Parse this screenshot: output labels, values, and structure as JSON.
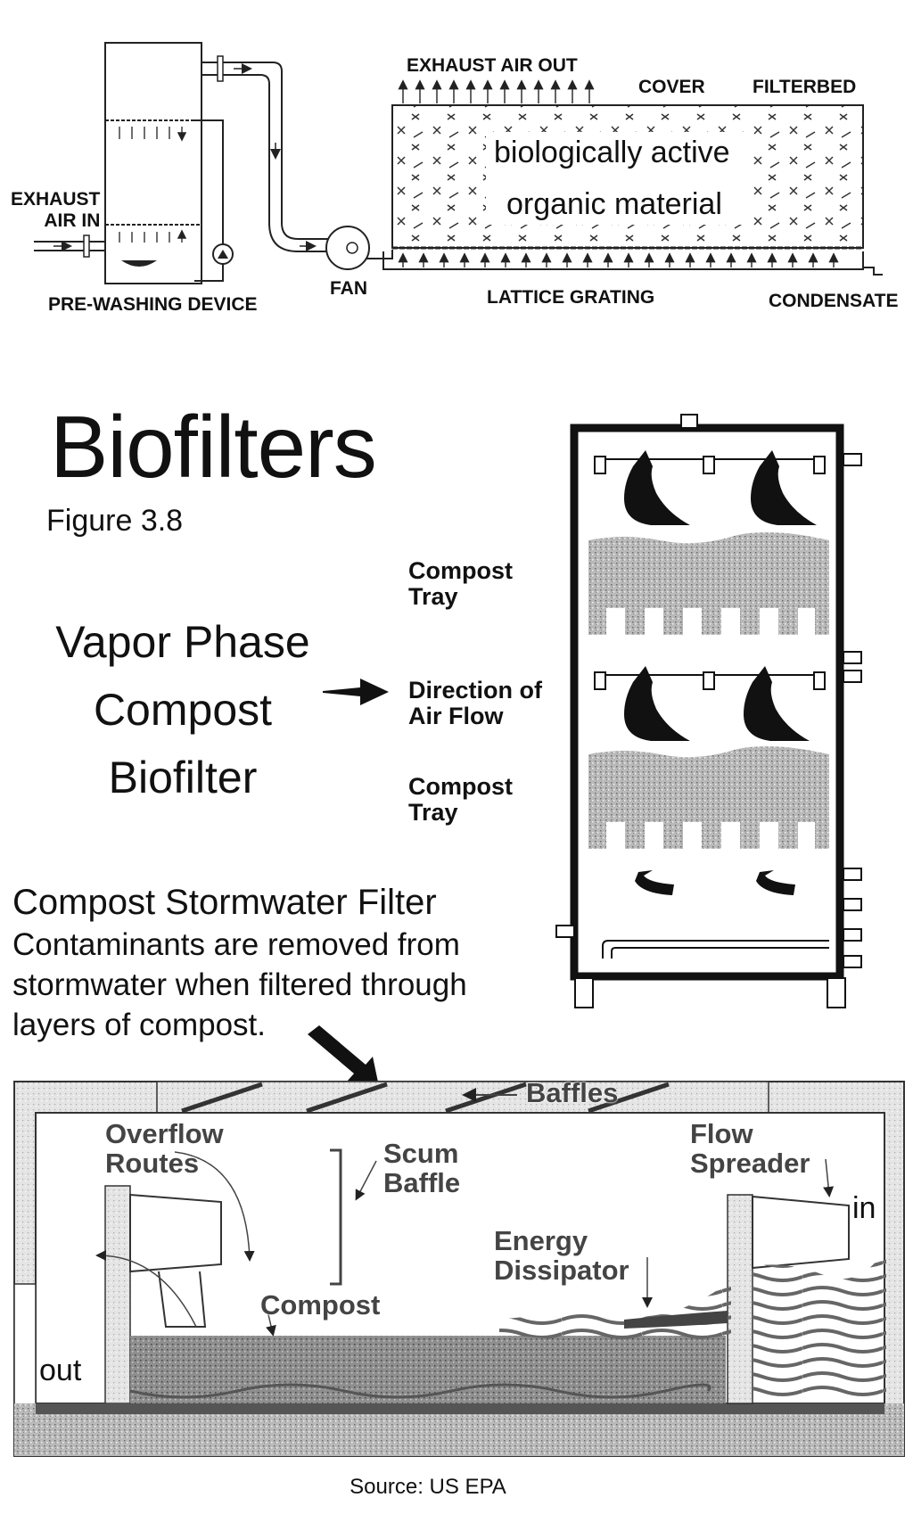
{
  "title": "Biofilters",
  "figure_label": "Figure 3.8",
  "source": "Source: US EPA",
  "top_diagram": {
    "exhaust_air_in": [
      "EXHAUST",
      "AIR IN"
    ],
    "pre_washing": "PRE-WASHING DEVICE",
    "fan": "FAN",
    "exhaust_air_out": "EXHAUST AIR OUT",
    "cover": "COVER",
    "filterbed": "FILTERBED",
    "material_line1": "biologically active",
    "material_line2": "organic material",
    "lattice": "LATTICE GRATING",
    "condensate": "CONDENSATE"
  },
  "vapor": {
    "heading": [
      "Vapor Phase",
      "Compost",
      "Biofilter"
    ],
    "compost_tray_1": [
      "Compost",
      "Tray"
    ],
    "air_flow": [
      "Direction of",
      "Air Flow"
    ],
    "compost_tray_2": [
      "Compost",
      "Tray"
    ]
  },
  "stormwater": {
    "heading": "Compost Stormwater Filter",
    "description": [
      "Contaminants are removed from",
      "stormwater when filtered through",
      "layers of compost."
    ],
    "baffles": "Baffles",
    "overflow": [
      "Overflow",
      "Routes"
    ],
    "scum": [
      "Scum",
      "Baffle"
    ],
    "flow_spreader": [
      "Flow",
      "Spreader"
    ],
    "in": "in",
    "energy": [
      "Energy",
      "Dissipator"
    ],
    "compost": "Compost",
    "out": "out"
  }
}
